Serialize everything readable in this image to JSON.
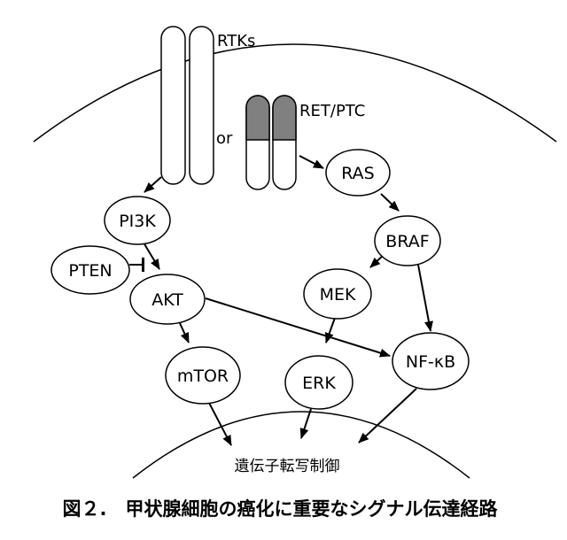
{
  "labels": {
    "rtks": "RTKs",
    "or": "or",
    "ret_ptc": "RET/PTC",
    "gene_expression": "遺伝子転写制御",
    "caption": "図２.　甲状腺細胞の癌化に重要なシグナル伝達経路"
  },
  "nodes": {
    "ras": "RAS",
    "braf": "BRAF",
    "mek": "MEK",
    "erk": "ERK",
    "nfkb": "NF-κB",
    "pi3k": "PI3K",
    "pten": "PTEN",
    "akt": "AKT",
    "mtor": "mTOR"
  },
  "colors": {
    "ret_ptc_fill": "#808080",
    "stroke": "#000000"
  }
}
